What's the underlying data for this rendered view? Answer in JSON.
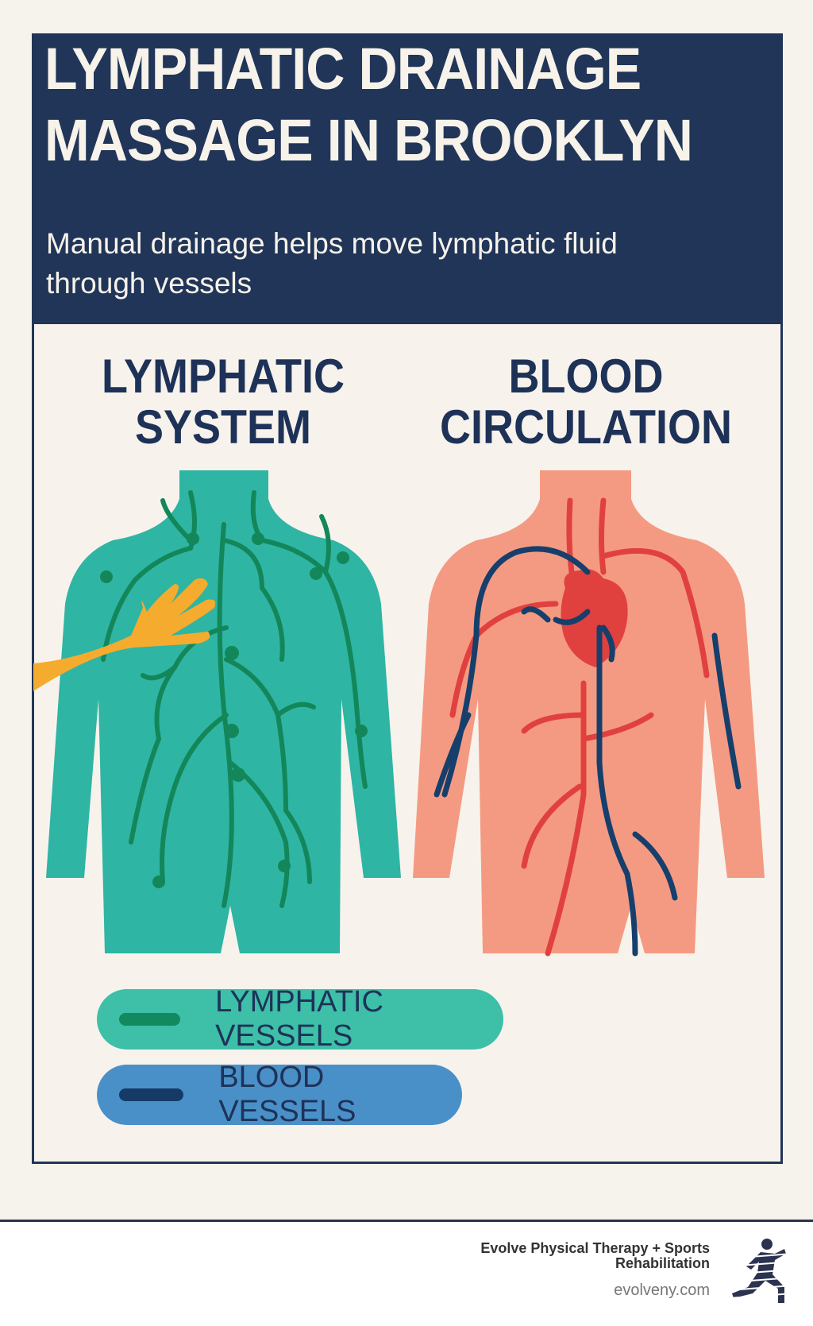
{
  "header": {
    "title_line1": "LYMPHATIC DRAINAGE",
    "title_line2": "MASSAGE IN BROOKLYN",
    "subtitle_line1": "Manual drainage helps move lymphatic fluid",
    "subtitle_line2": "through vessels"
  },
  "panels": {
    "left_heading_line1": "LYMPHATIC",
    "left_heading_line2": "SYSTEM",
    "right_heading_line1": "BLOOD",
    "right_heading_line2": "CIRCULATION"
  },
  "legend": [
    {
      "label": "LYMPHATIC VESSELS",
      "color": "#3dbfa8",
      "swatch": "#138a5e"
    },
    {
      "label": "BLOOD VESSELS",
      "color": "#4a90c8",
      "swatch": "#163a66"
    }
  ],
  "footer": {
    "company_line1": "Evolve Physical Therapy + Sports",
    "company_line2": "Rehabilitation",
    "url": "evolveny.com"
  },
  "colors": {
    "navy": "#213559",
    "teal": "#2fb5a3",
    "lymph": "#13875a",
    "skin": "#f59a82",
    "artery": "#e0413f",
    "vein": "#163f6c",
    "hand": "#f5ab2e"
  }
}
